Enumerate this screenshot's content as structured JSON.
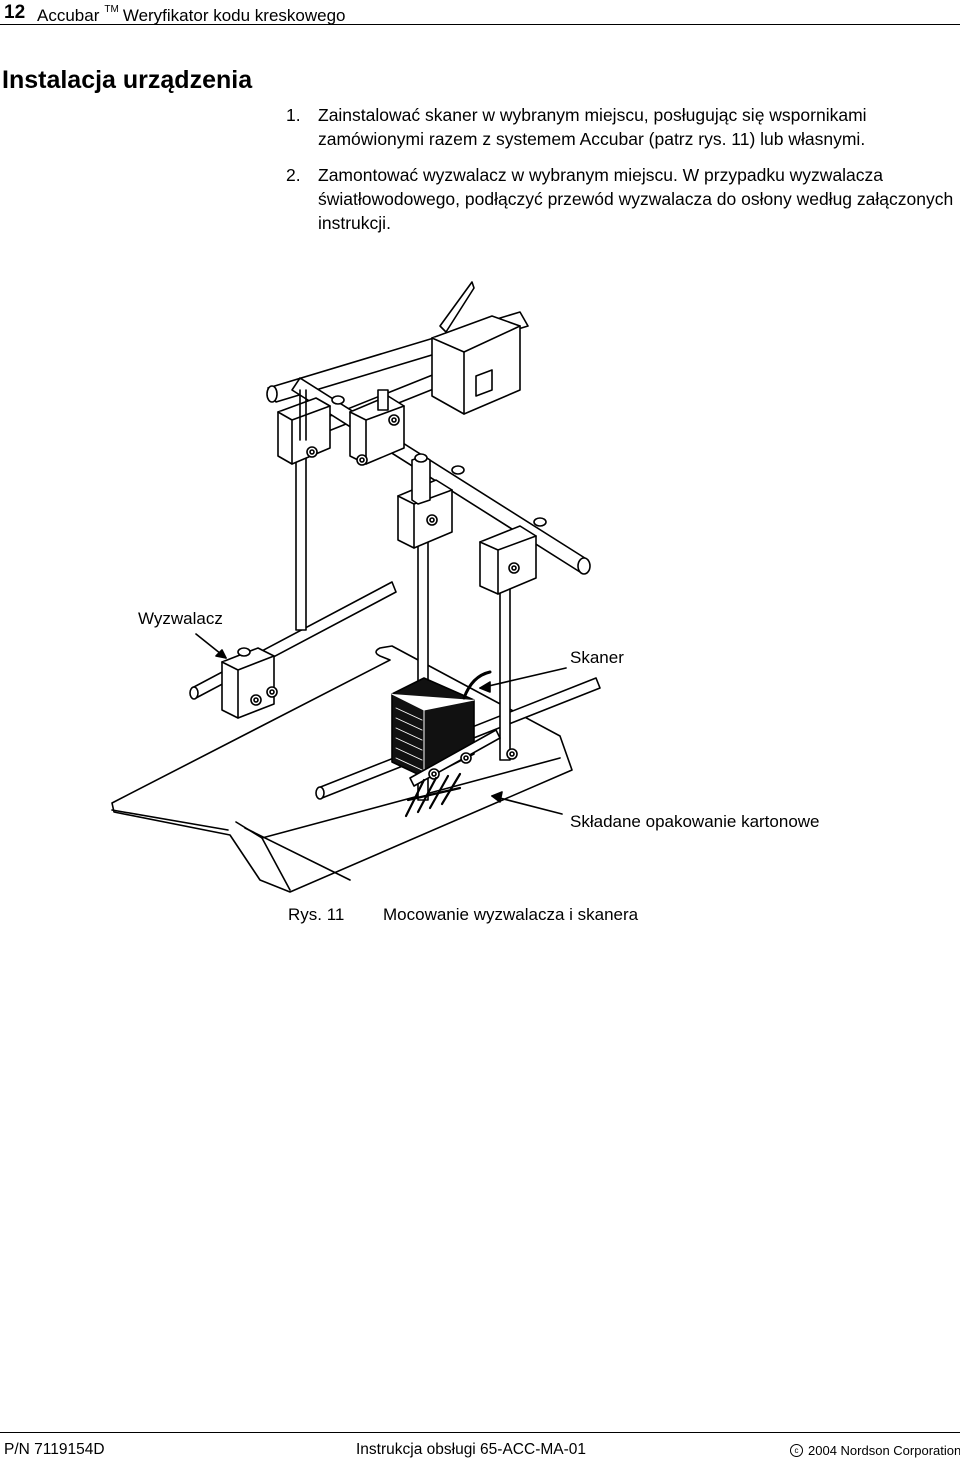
{
  "header": {
    "page_number": "12",
    "product": "Accubar",
    "trademark": "TM",
    "subtitle": "Weryfikator kodu kreskowego"
  },
  "section_title": "Instalacja urządzenia",
  "steps": [
    {
      "number": "1.",
      "text": "Zainstalować skaner w wybranym miejscu, posługując się wspornikami zamówionymi razem z systemem Accubar (patrz rys. 11) lub własnymi."
    },
    {
      "number": "2.",
      "text": "Zamontować wyzwalacz w wybranym miejscu. W przypadku wyzwalacza światłowodowego, podłączyć przewód wyzwalacza do osłony według załączonych instrukcji."
    }
  ],
  "figure": {
    "labels": {
      "trigger": "Wyzwalacz",
      "scanner": "Skaner",
      "carton": "Składane opakowanie kartonowe"
    },
    "caption_number": "Rys. 11",
    "caption_text": "Mocowanie wyzwalacza i skanera"
  },
  "footer": {
    "part_number": "P/N 7119154D",
    "manual": "Instrukcja obsługi 65-ACC-MA-01",
    "copyright_symbol": "c",
    "copyright": "2004 Nordson Corporation"
  }
}
